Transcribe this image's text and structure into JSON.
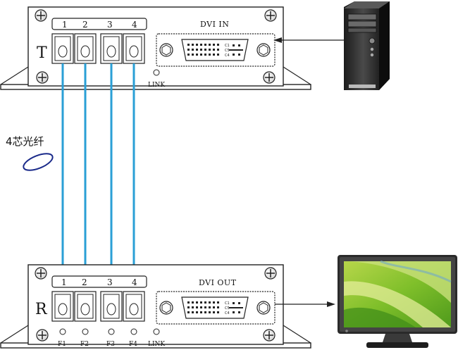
{
  "transmitter": {
    "letter": "T",
    "port_title": "DVI IN",
    "channel_numbers": [
      "1",
      "2",
      "3",
      "4"
    ],
    "led_labels": [],
    "link_label": "LINK"
  },
  "receiver": {
    "letter": "R",
    "port_title": "DVI OUT",
    "channel_numbers": [
      "1",
      "2",
      "3",
      "4"
    ],
    "led_labels": [
      "F1",
      "F2",
      "F3",
      "F4"
    ],
    "link_label": "LINK"
  },
  "fiber_label": "4芯光纤",
  "dvi_pin_labels": [
    "C1",
    "C5",
    "C4"
  ],
  "icons": {
    "computer": "desktop-tower-icon",
    "monitor": "monitor-icon",
    "fiber": "fiber-coil-icon"
  },
  "colors": {
    "fiber": "#2a9fd6",
    "device": "#ffffff",
    "outline": "#222222",
    "fiber_coil": "#1a2a8a"
  }
}
